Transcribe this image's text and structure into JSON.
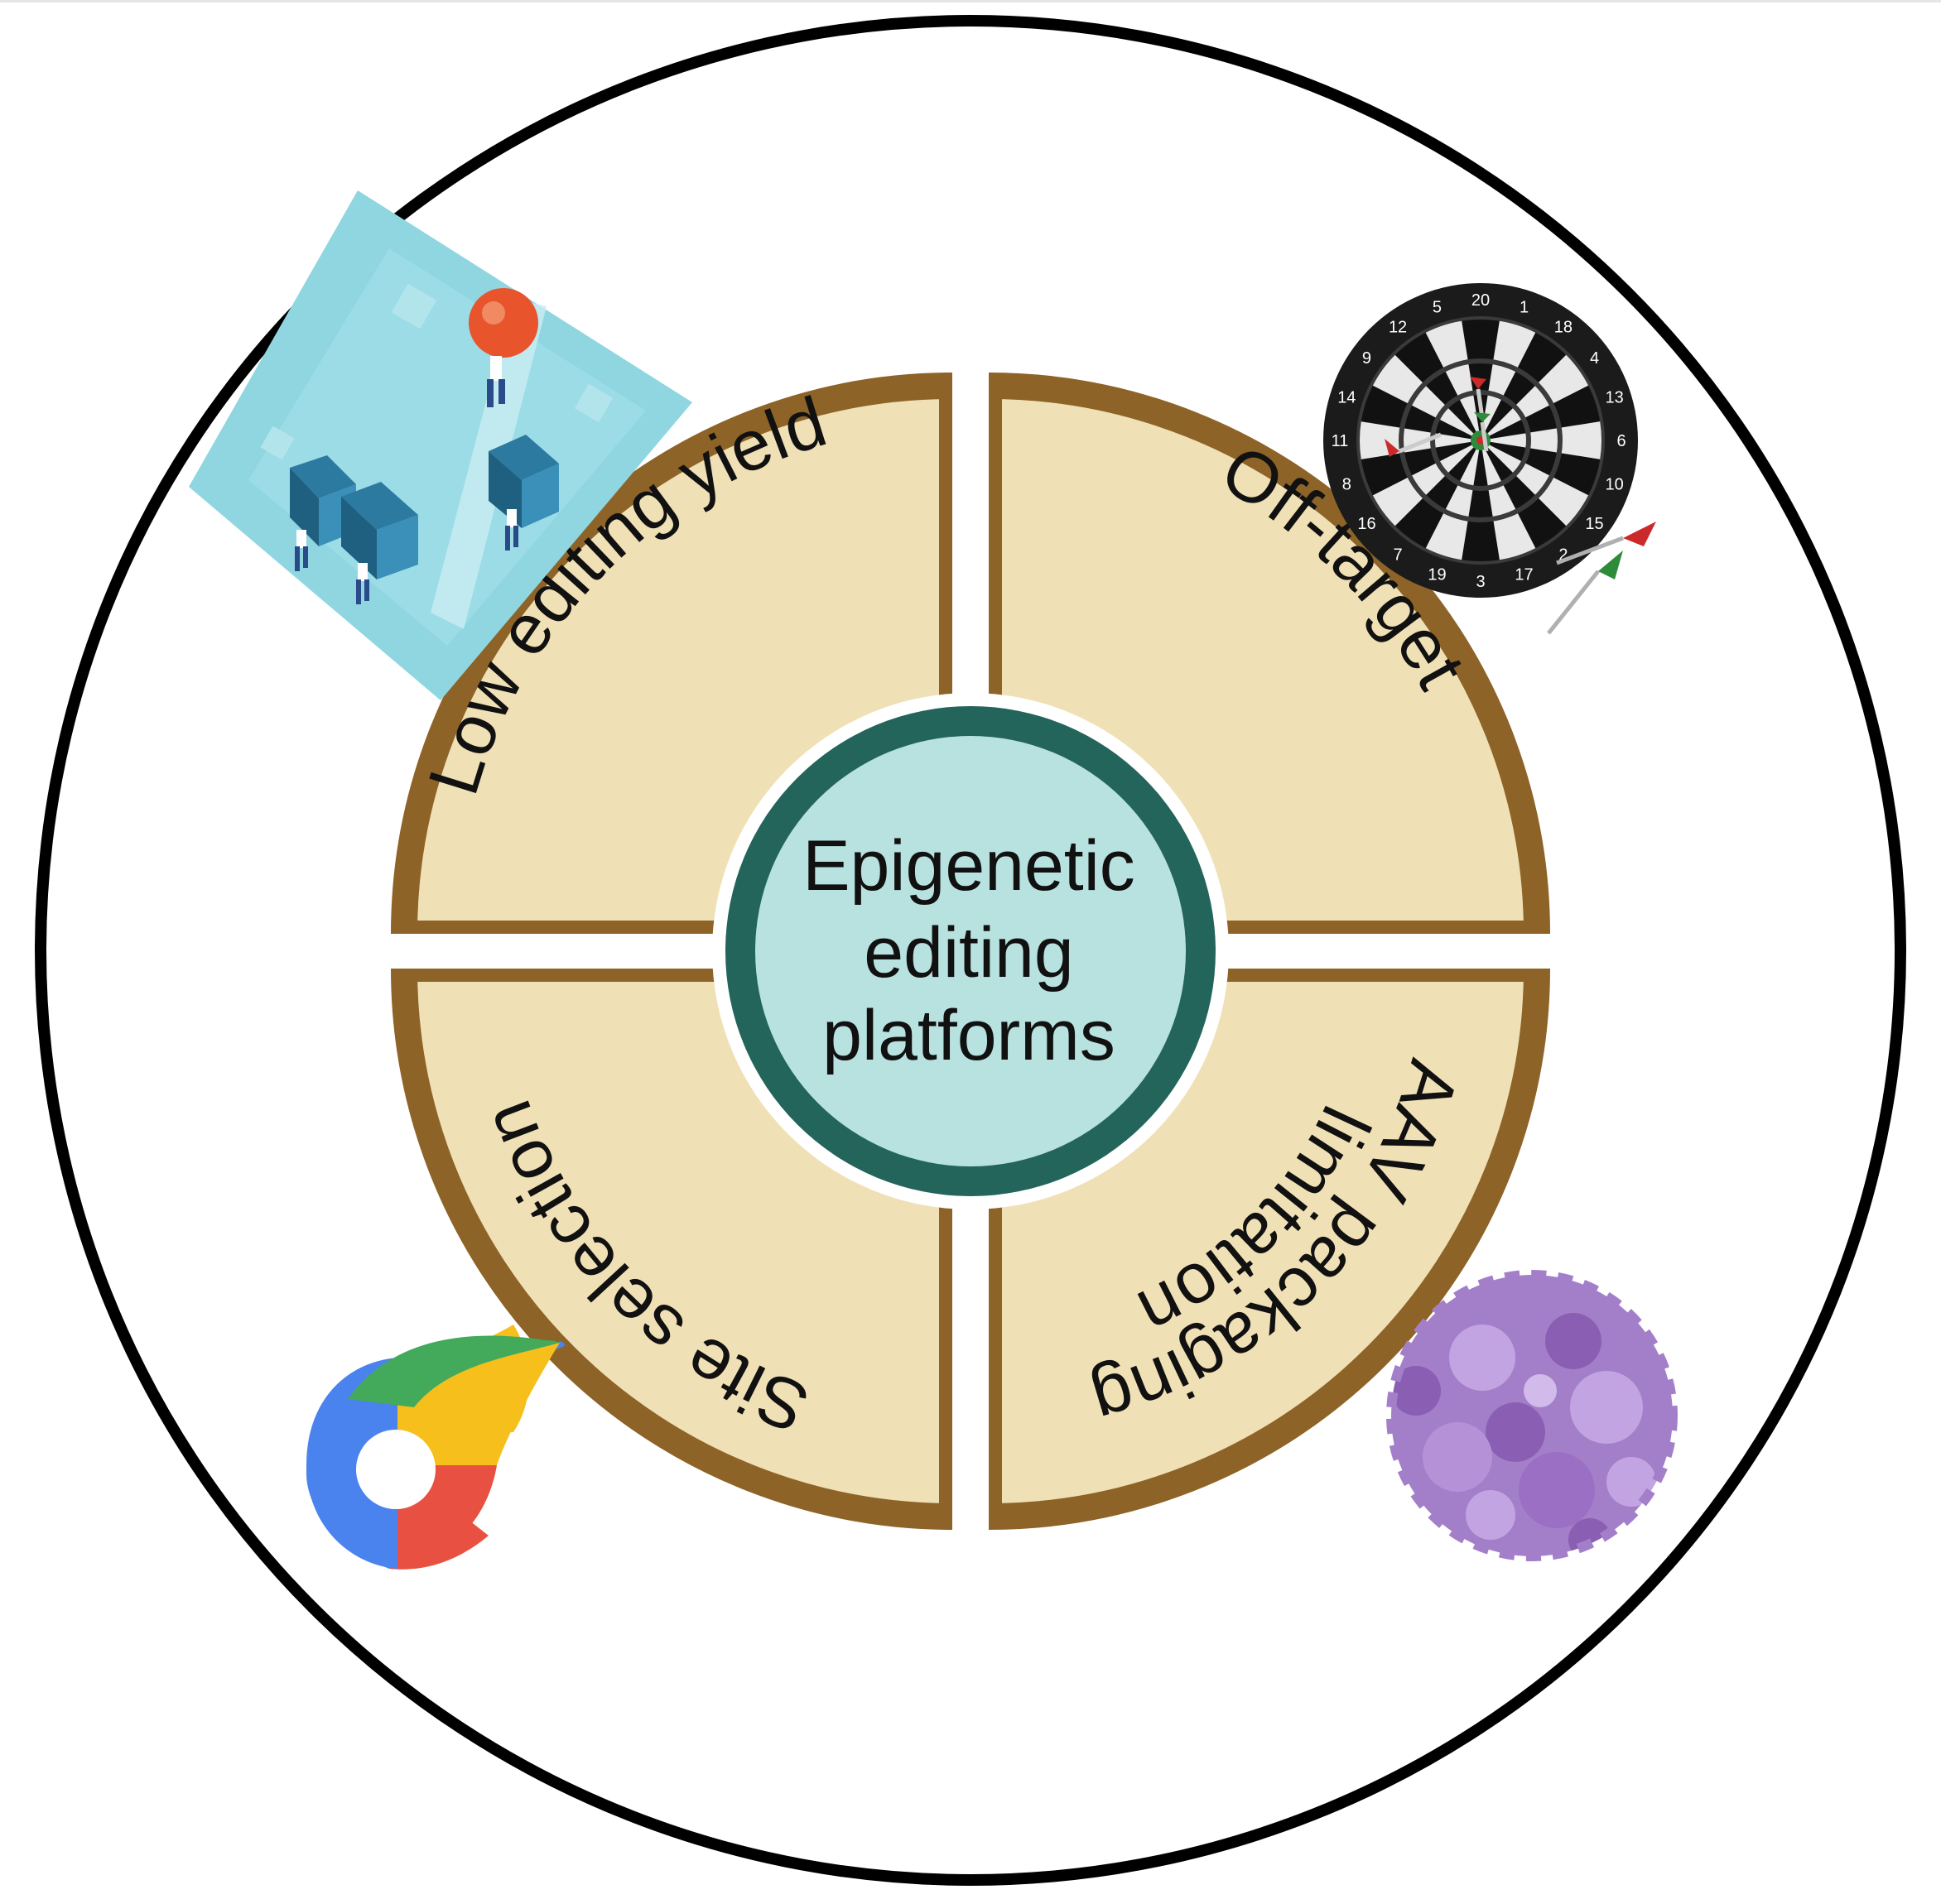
{
  "center": {
    "lines": [
      "Epigenetic",
      "editing",
      "platforms"
    ]
  },
  "quadrants": {
    "top_left": {
      "lines": [
        "Low editing yield"
      ]
    },
    "top_right": {
      "lines": [
        "Off-target"
      ]
    },
    "bottom_right": {
      "lines": [
        "AAV packaging",
        "limitation"
      ]
    },
    "bottom_left": {
      "lines": [
        "Site selection"
      ]
    }
  },
  "dartboard": {
    "numbers": [
      "20",
      "1",
      "18",
      "4",
      "13",
      "6",
      "10",
      "15",
      "2",
      "17",
      "3",
      "19",
      "7",
      "16",
      "8",
      "11",
      "14",
      "9",
      "12",
      "5"
    ]
  },
  "colors": {
    "outer_ring": "#000000",
    "quadrant_fill": "#f0e0b6",
    "quadrant_border": "#8d6327",
    "center_fill": "#b8e2df",
    "center_ring": "#23645b",
    "icon_purple": "#a47fc9",
    "icon_blue": "#4a83ee",
    "icon_green": "#42aa5a",
    "icon_yellow": "#f6bf1c",
    "icon_red": "#e85141"
  }
}
